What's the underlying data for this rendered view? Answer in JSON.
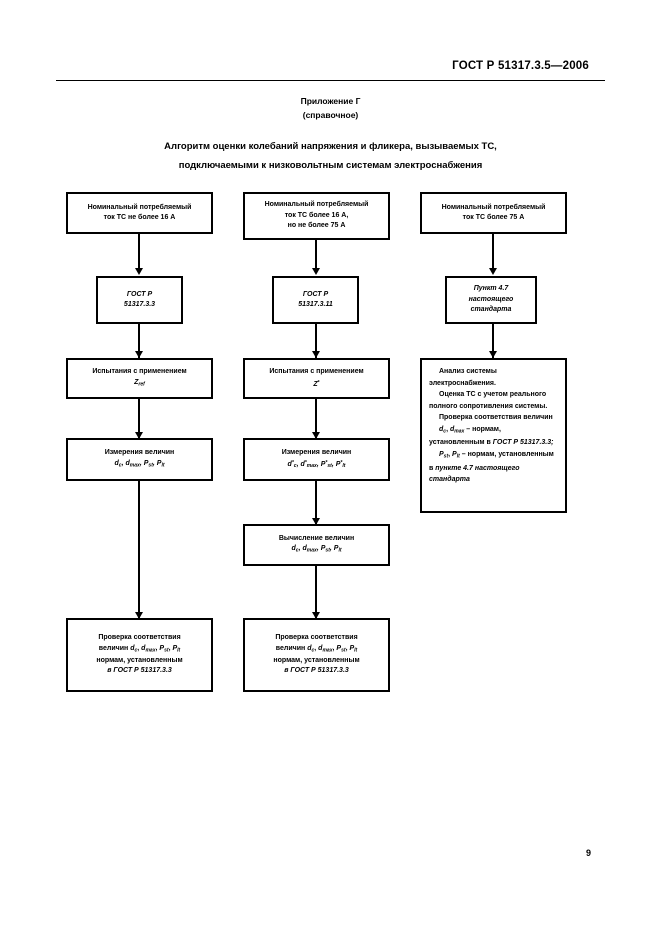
{
  "document": {
    "standard_header": "ГОСТ Р 51317.3.5—2006",
    "annex_title": "Приложение Г",
    "annex_subtitle": "(справочное)",
    "algorithm_title_line1": "Алгоритм оценки колебаний напряжения и фликера, вызываемых ТС,",
    "algorithm_title_line2": "подключаемыми к низковольтным системам электроснабжения",
    "page_number": "9"
  },
  "flowchart": {
    "columns": [
      {
        "id": "column-1",
        "nodes": [
          {
            "id": "start-1",
            "text_lines": [
              "Номинальный потребляемый",
              "ток ТС не более 16 А"
            ]
          },
          {
            "id": "ref-1",
            "text_lines": [
              "ГОСТ Р",
              "51317.3.3"
            ]
          },
          {
            "id": "test-1",
            "text_lines": [
              "Испытания с применением",
              "Zref"
            ]
          },
          {
            "id": "measure-1",
            "text_lines": [
              "Измерения величин",
              "dc, dmax, Pst, Plt"
            ]
          },
          {
            "id": "check-1",
            "text_lines": [
              "Проверка соответствия",
              "величин dc, dmax, Pst, Plt",
              "нормам, установленным",
              "в ГОСТ Р 51317.3.3"
            ]
          }
        ]
      },
      {
        "id": "column-2",
        "nodes": [
          {
            "id": "start-2",
            "text_lines": [
              "Номинальный потребляемый",
              "ток ТС более 16 А,",
              "но не более 75 А"
            ]
          },
          {
            "id": "ref-2",
            "text_lines": [
              "ГОСТ Р",
              "51317.3.11"
            ]
          },
          {
            "id": "test-2",
            "text_lines": [
              "Испытания с применением",
              "Z*"
            ]
          },
          {
            "id": "measure-2",
            "text_lines": [
              "Измерения величин",
              "d*c, d*max, P*st, P*lt"
            ]
          },
          {
            "id": "calc-2",
            "text_lines": [
              "Вычисление величин",
              "dc, dmax, Pst, Plt"
            ]
          },
          {
            "id": "check-2",
            "text_lines": [
              "Проверка соответствия",
              "величин dc, dmax, Pst, Plt",
              "нормам, установленным",
              "в ГОСТ Р 51317.3.3"
            ]
          }
        ]
      },
      {
        "id": "column-3",
        "nodes": [
          {
            "id": "start-3",
            "text_lines": [
              "Номинальный потребляемый",
              "ток ТС более 75 А"
            ]
          },
          {
            "id": "ref-3",
            "text_lines": [
              "Пункт 4.7",
              "настоящего",
              "стандарта"
            ]
          },
          {
            "id": "analysis-3",
            "text_lines": [
              "Анализ системы электроснабжения.",
              "Оценка ТС с учетом реального полного сопротивления системы.",
              "Проверка соответствия величин",
              "dc, dmax – нормам, установленным в ГОСТ Р 51317.3.3;",
              "Pst, Plt – нормам, установленным в пункте 4.7 настоящего стандарта"
            ]
          }
        ]
      }
    ],
    "col1": {
      "start": {
        "l1": "Номинальный потребляемый",
        "l2": "ток ТС не более 16 А"
      },
      "ref": {
        "l1": "ГОСТ Р",
        "l2": "51317.3.3"
      },
      "test": {
        "l1": "Испытания с применением",
        "sym": "Z",
        "sub": "ref"
      },
      "measure": {
        "l1": "Измерения величин"
      },
      "check": {
        "l1": "Проверка соответствия",
        "l2a": "величин ",
        "l3": "нормам, установленным",
        "l4": "в ГОСТ Р 51317.3.3"
      }
    },
    "col2": {
      "start": {
        "l1": "Номинальный потребляемый",
        "l2": "ток ТС более 16 А,",
        "l3": "но не более 75 А"
      },
      "ref": {
        "l1": "ГОСТ Р",
        "l2": "51317.3.11"
      },
      "test": {
        "l1": "Испытания с применением",
        "sym": "Z",
        "sup": "*"
      },
      "measure": {
        "l1": "Измерения величин"
      },
      "calc": {
        "l1": "Вычисление величин"
      },
      "check": {
        "l1": "Проверка соответствия",
        "l2a": "величин ",
        "l3": "нормам, установленным",
        "l4": "в ГОСТ Р 51317.3.3"
      }
    },
    "col3": {
      "start": {
        "l1": "Номинальный потребляемый",
        "l2": "ток ТС более 75 А"
      },
      "ref": {
        "l1": "Пункт 4.7",
        "l2": "настоящего",
        "l3": "стандарта"
      },
      "analysis": {
        "p1": "Анализ системы электроснабжения.",
        "p2": "Оценка ТС с учетом реального полного сопротивления системы.",
        "p3": "Проверка соответствия величин",
        "p4_tail": " – нормам, установленным в ",
        "p4_ref": "ГОСТ Р 51317.3.3;",
        "p5_tail": " – нормам, установленным в ",
        "p5_ref": "пункте 4.7 настоящего стандарта"
      }
    },
    "symbols": {
      "d_c": "d",
      "d_c_sub": "c",
      "d_max": "d",
      "d_max_sub": "max",
      "P_st": "P",
      "P_st_sub": "st",
      "P_lt": "P",
      "P_lt_sub": "lt",
      "star": "*",
      "comma": ", "
    }
  }
}
